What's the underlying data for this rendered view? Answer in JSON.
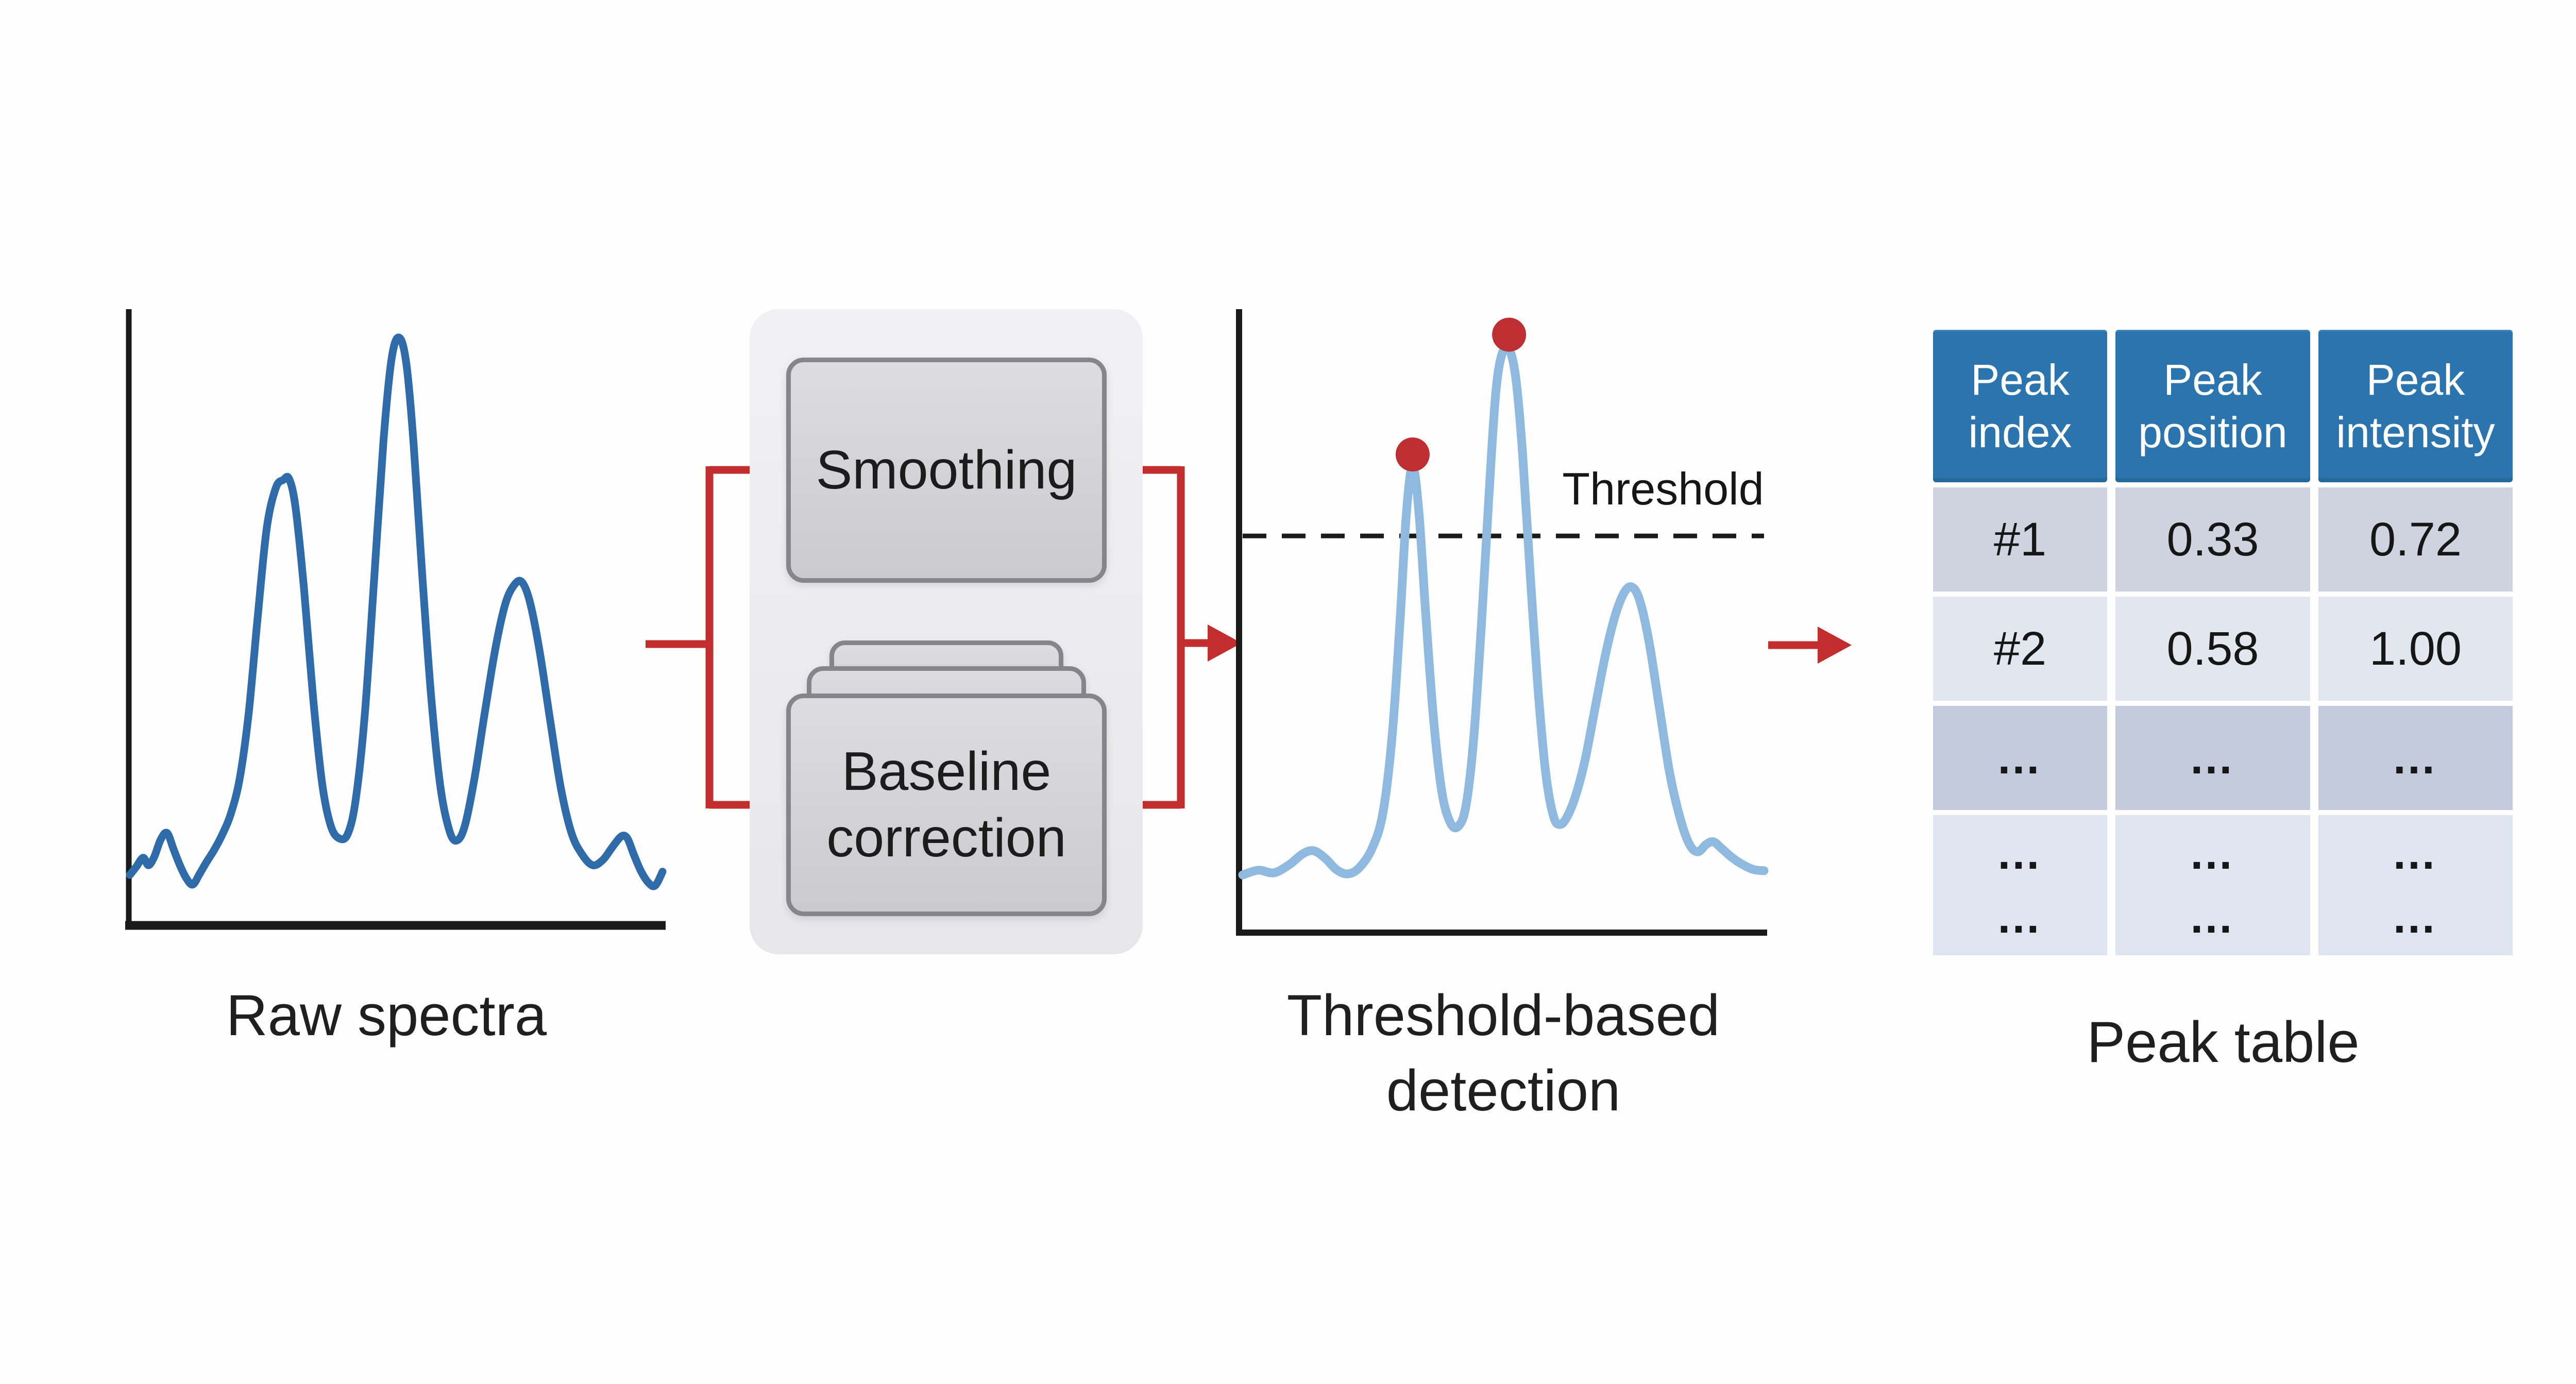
{
  "colors": {
    "background": "#FEFEFE",
    "axis": "#1A1A1A",
    "raw_line": "#2E6BA8",
    "processed_line": "#8FB9DF",
    "red": "#C22E2E",
    "dot_red": "#BE2F33",
    "panel_bg": "#EDEDEF",
    "box_bg_top": "#DDDDE0",
    "box_bg_bottom": "#CACACF",
    "box_border": "#85858B",
    "text_dark": "#1C1C1C",
    "header_bg": "#2C74AD",
    "header_text": "#FFFFFF",
    "row_bg_1": "#CED3DF",
    "row_bg_2": "#E2E6EE",
    "row_bg_3": "#C3CBDD",
    "row_bg_4": "#DFE5F0"
  },
  "labels": {
    "raw_caption": "Raw spectra",
    "smoothing": "Smoothing",
    "baseline": "Baseline correction",
    "threshold": "Threshold",
    "detection_caption": "Threshold-based detection",
    "table_caption": "Peak table"
  },
  "peak_table": {
    "headers": [
      "Peak index",
      "Peak position",
      "Peak intensity"
    ],
    "rows": [
      {
        "cells": [
          [
            "#1"
          ],
          [
            "0.33"
          ],
          [
            "0.72"
          ]
        ]
      },
      {
        "cells": [
          [
            "#2"
          ],
          [
            "0.58"
          ],
          [
            "1.00"
          ]
        ]
      },
      {
        "cells": [
          [
            "…"
          ],
          [
            "…"
          ],
          [
            "…"
          ]
        ]
      },
      {
        "cells": [
          [
            "…",
            "…"
          ],
          [
            "…",
            "…"
          ],
          [
            "…",
            "…"
          ]
        ]
      }
    ]
  },
  "chart_data": [
    {
      "type": "line",
      "name": "raw_spectrum",
      "title": "Raw spectra",
      "xlabel": "",
      "ylabel": "",
      "x_range": [
        0,
        1
      ],
      "y_range": [
        0,
        1.05
      ],
      "grid": false,
      "legend": "none",
      "series": [
        {
          "name": "raw intensity (noisy, three peaks)",
          "points": [
            [
              0.0,
              0.0
            ],
            [
              0.012,
              0.015
            ],
            [
              0.025,
              0.032
            ],
            [
              0.035,
              0.018
            ],
            [
              0.046,
              0.034
            ],
            [
              0.058,
              0.066
            ],
            [
              0.07,
              0.078
            ],
            [
              0.082,
              0.048
            ],
            [
              0.094,
              0.018
            ],
            [
              0.106,
              -0.006
            ],
            [
              0.118,
              -0.018
            ],
            [
              0.131,
              0.002
            ],
            [
              0.144,
              0.024
            ],
            [
              0.158,
              0.046
            ],
            [
              0.173,
              0.074
            ],
            [
              0.189,
              0.112
            ],
            [
              0.206,
              0.178
            ],
            [
              0.223,
              0.3
            ],
            [
              0.24,
              0.48
            ],
            [
              0.257,
              0.645
            ],
            [
              0.274,
              0.72
            ],
            [
              0.288,
              0.735
            ],
            [
              0.299,
              0.737
            ],
            [
              0.311,
              0.684
            ],
            [
              0.327,
              0.532
            ],
            [
              0.344,
              0.33
            ],
            [
              0.361,
              0.17
            ],
            [
              0.377,
              0.092
            ],
            [
              0.393,
              0.068
            ],
            [
              0.409,
              0.076
            ],
            [
              0.424,
              0.14
            ],
            [
              0.441,
              0.298
            ],
            [
              0.459,
              0.556
            ],
            [
              0.476,
              0.806
            ],
            [
              0.491,
              0.958
            ],
            [
              0.505,
              1.0
            ],
            [
              0.519,
              0.952
            ],
            [
              0.533,
              0.798
            ],
            [
              0.549,
              0.556
            ],
            [
              0.566,
              0.328
            ],
            [
              0.583,
              0.164
            ],
            [
              0.6,
              0.082
            ],
            [
              0.614,
              0.064
            ],
            [
              0.629,
              0.092
            ],
            [
              0.647,
              0.18
            ],
            [
              0.666,
              0.3
            ],
            [
              0.686,
              0.42
            ],
            [
              0.705,
              0.505
            ],
            [
              0.722,
              0.54
            ],
            [
              0.736,
              0.545
            ],
            [
              0.751,
              0.508
            ],
            [
              0.769,
              0.418
            ],
            [
              0.789,
              0.288
            ],
            [
              0.809,
              0.162
            ],
            [
              0.829,
              0.078
            ],
            [
              0.849,
              0.038
            ],
            [
              0.869,
              0.018
            ],
            [
              0.888,
              0.028
            ],
            [
              0.906,
              0.052
            ],
            [
              0.923,
              0.072
            ],
            [
              0.934,
              0.068
            ],
            [
              0.946,
              0.038
            ],
            [
              0.959,
              0.008
            ],
            [
              0.973,
              -0.014
            ],
            [
              0.986,
              -0.02
            ],
            [
              1.0,
              0.006
            ]
          ]
        }
      ]
    },
    {
      "type": "line",
      "name": "processed_spectrum_threshold_detection",
      "title": "Threshold-based detection",
      "xlabel": "",
      "ylabel": "",
      "x_range": [
        0,
        1
      ],
      "y_range": [
        0,
        1.05
      ],
      "grid": false,
      "legend": "none",
      "threshold_value": 0.645,
      "threshold_label": "Threshold",
      "series": [
        {
          "name": "processed intensity (smoothed, three peaks)",
          "points": [
            [
              0.0,
              0.0
            ],
            [
              0.03,
              0.009
            ],
            [
              0.06,
              0.004
            ],
            [
              0.09,
              0.02
            ],
            [
              0.115,
              0.04
            ],
            [
              0.136,
              0.046
            ],
            [
              0.158,
              0.032
            ],
            [
              0.18,
              0.01
            ],
            [
              0.201,
              0.002
            ],
            [
              0.223,
              0.013
            ],
            [
              0.248,
              0.05
            ],
            [
              0.269,
              0.118
            ],
            [
              0.287,
              0.268
            ],
            [
              0.302,
              0.486
            ],
            [
              0.314,
              0.688
            ],
            [
              0.326,
              0.778
            ],
            [
              0.338,
              0.69
            ],
            [
              0.351,
              0.498
            ],
            [
              0.366,
              0.298
            ],
            [
              0.382,
              0.158
            ],
            [
              0.398,
              0.1
            ],
            [
              0.413,
              0.092
            ],
            [
              0.428,
              0.13
            ],
            [
              0.443,
              0.258
            ],
            [
              0.458,
              0.478
            ],
            [
              0.472,
              0.716
            ],
            [
              0.485,
              0.912
            ],
            [
              0.497,
              0.99
            ],
            [
              0.511,
              1.0
            ],
            [
              0.524,
              0.944
            ],
            [
              0.537,
              0.8
            ],
            [
              0.551,
              0.58
            ],
            [
              0.566,
              0.36
            ],
            [
              0.581,
              0.196
            ],
            [
              0.596,
              0.112
            ],
            [
              0.609,
              0.096
            ],
            [
              0.623,
              0.112
            ],
            [
              0.639,
              0.152
            ],
            [
              0.657,
              0.22
            ],
            [
              0.676,
              0.318
            ],
            [
              0.696,
              0.42
            ],
            [
              0.714,
              0.492
            ],
            [
              0.731,
              0.536
            ],
            [
              0.746,
              0.548
            ],
            [
              0.761,
              0.524
            ],
            [
              0.779,
              0.446
            ],
            [
              0.799,
              0.32
            ],
            [
              0.819,
              0.194
            ],
            [
              0.839,
              0.108
            ],
            [
              0.857,
              0.058
            ],
            [
              0.873,
              0.044
            ],
            [
              0.889,
              0.058
            ],
            [
              0.903,
              0.063
            ],
            [
              0.919,
              0.05
            ],
            [
              0.94,
              0.032
            ],
            [
              0.962,
              0.018
            ],
            [
              0.981,
              0.01
            ],
            [
              1.0,
              0.008
            ]
          ]
        }
      ],
      "detected_peaks": [
        {
          "index": "#1",
          "x": 0.326,
          "y": 0.8
        },
        {
          "index": "#2",
          "x": 0.511,
          "y": 1.028
        }
      ]
    }
  ]
}
